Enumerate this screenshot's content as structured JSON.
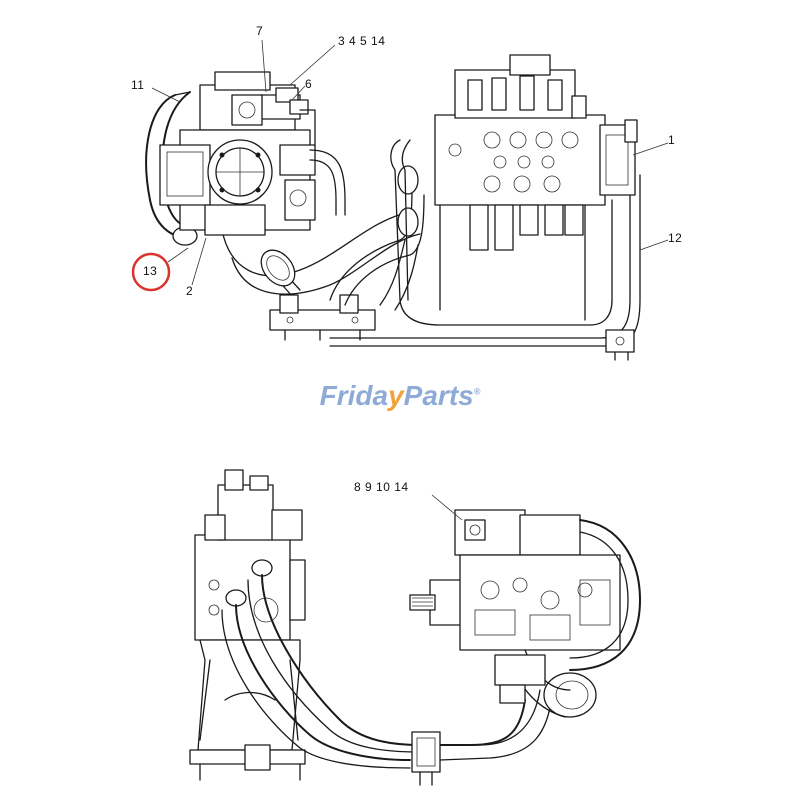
{
  "callouts": {
    "c1": "1",
    "c2": "2",
    "c3_4_5_14": "3  4  5 14",
    "c6": "6",
    "c7": "7",
    "c11": "11",
    "c12": "12",
    "c13": "13",
    "c8_9_10_14": "8  9  10  14"
  },
  "highlight": {
    "label_ref": "13",
    "color": "#d9342b"
  },
  "watermark": {
    "part1": "Frida",
    "part2": "y",
    "part3": "Parts",
    "mark": "®",
    "color_primary": "#8eaad6",
    "color_accent": "#f2a23a"
  }
}
